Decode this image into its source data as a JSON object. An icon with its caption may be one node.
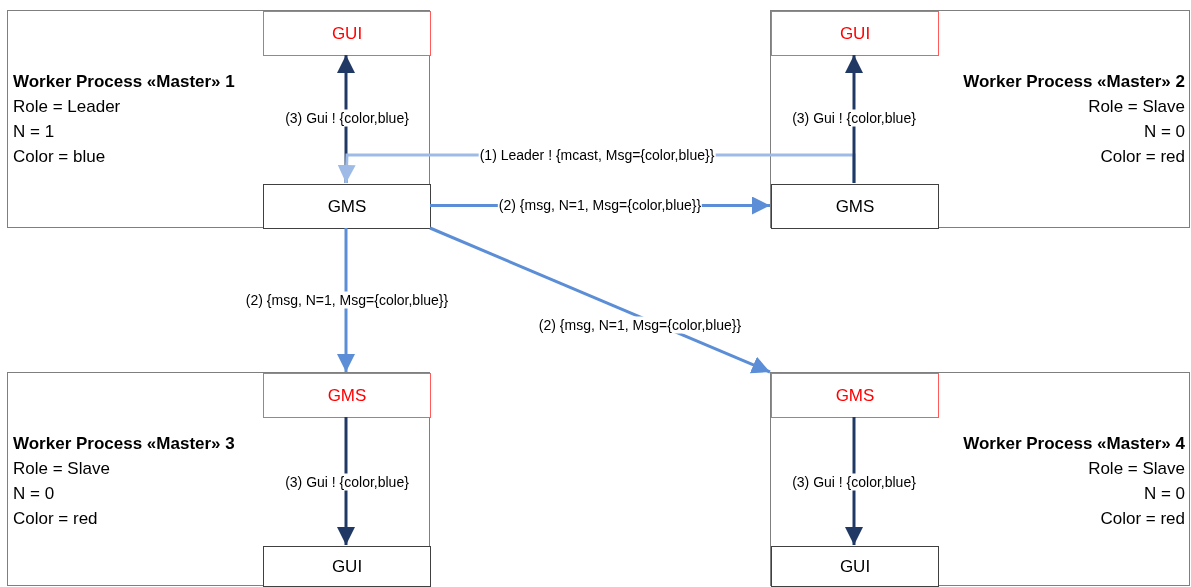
{
  "diagram": {
    "nodes": [
      {
        "text": [
          "Worker Process «Master» 1",
          "Role = Leader",
          "N = 1",
          "Color = blue"
        ]
      },
      {
        "text": [
          "GUI"
        ],
        "in": 0
      },
      {
        "text": [
          "GMS"
        ],
        "in": 0
      },
      {
        "text": [
          "Worker Process «Master» 2",
          "Role = Slave",
          "N = 0",
          "Color = red"
        ]
      },
      {
        "text": [
          "GUI"
        ],
        "in": 3
      },
      {
        "text": [
          "GMS"
        ],
        "in": 3
      },
      {
        "text": [
          "Worker Process «Master» 3",
          "Role = Slave",
          "N = 0",
          "Color = red"
        ]
      },
      {
        "text": [
          "GMS"
        ],
        "in": 6
      },
      {
        "text": [
          "GUI"
        ],
        "in": 6
      },
      {
        "text": [
          "Worker Process «Master» 4",
          "Role = Slave",
          "N = 0",
          "Color = red"
        ]
      },
      {
        "text": [
          "GMS"
        ],
        "in": 9
      },
      {
        "text": [
          "GUI"
        ],
        "in": 9
      }
    ],
    "edges": [
      {
        "from": 2,
        "to": 1,
        "arrow": "to",
        "label": "(3) Gui ! {color,blue}"
      },
      {
        "from": 5,
        "to": 2,
        "arrow": "to",
        "label": "(1) Leader ! {mcast, Msg={color,blue}}",
        "color": "#9dbbe6"
      },
      {
        "from": 2,
        "to": 5,
        "arrow": "to",
        "label": "(2) {msg, N=1, Msg={color,blue}}",
        "color": "#5b8ed6"
      },
      {
        "from": 5,
        "to": 4,
        "arrow": "to",
        "label": "(3) Gui ! {color,blue}"
      },
      {
        "from": 2,
        "to": 7,
        "arrow": "to",
        "label": "(2) {msg, N=1, Msg={color,blue}}",
        "color": "#5b8ed6"
      },
      {
        "from": 2,
        "to": 10,
        "arrow": "to",
        "label": "(2) {msg, N=1, Msg={color,blue}}",
        "color": "#5b8ed6"
      },
      {
        "from": 7,
        "to": 8,
        "arrow": "to",
        "label": "(3) Gui ! {color,blue}"
      },
      {
        "from": 10,
        "to": 11,
        "arrow": "to",
        "label": "(3) Gui ! {color,blue}"
      }
    ]
  }
}
